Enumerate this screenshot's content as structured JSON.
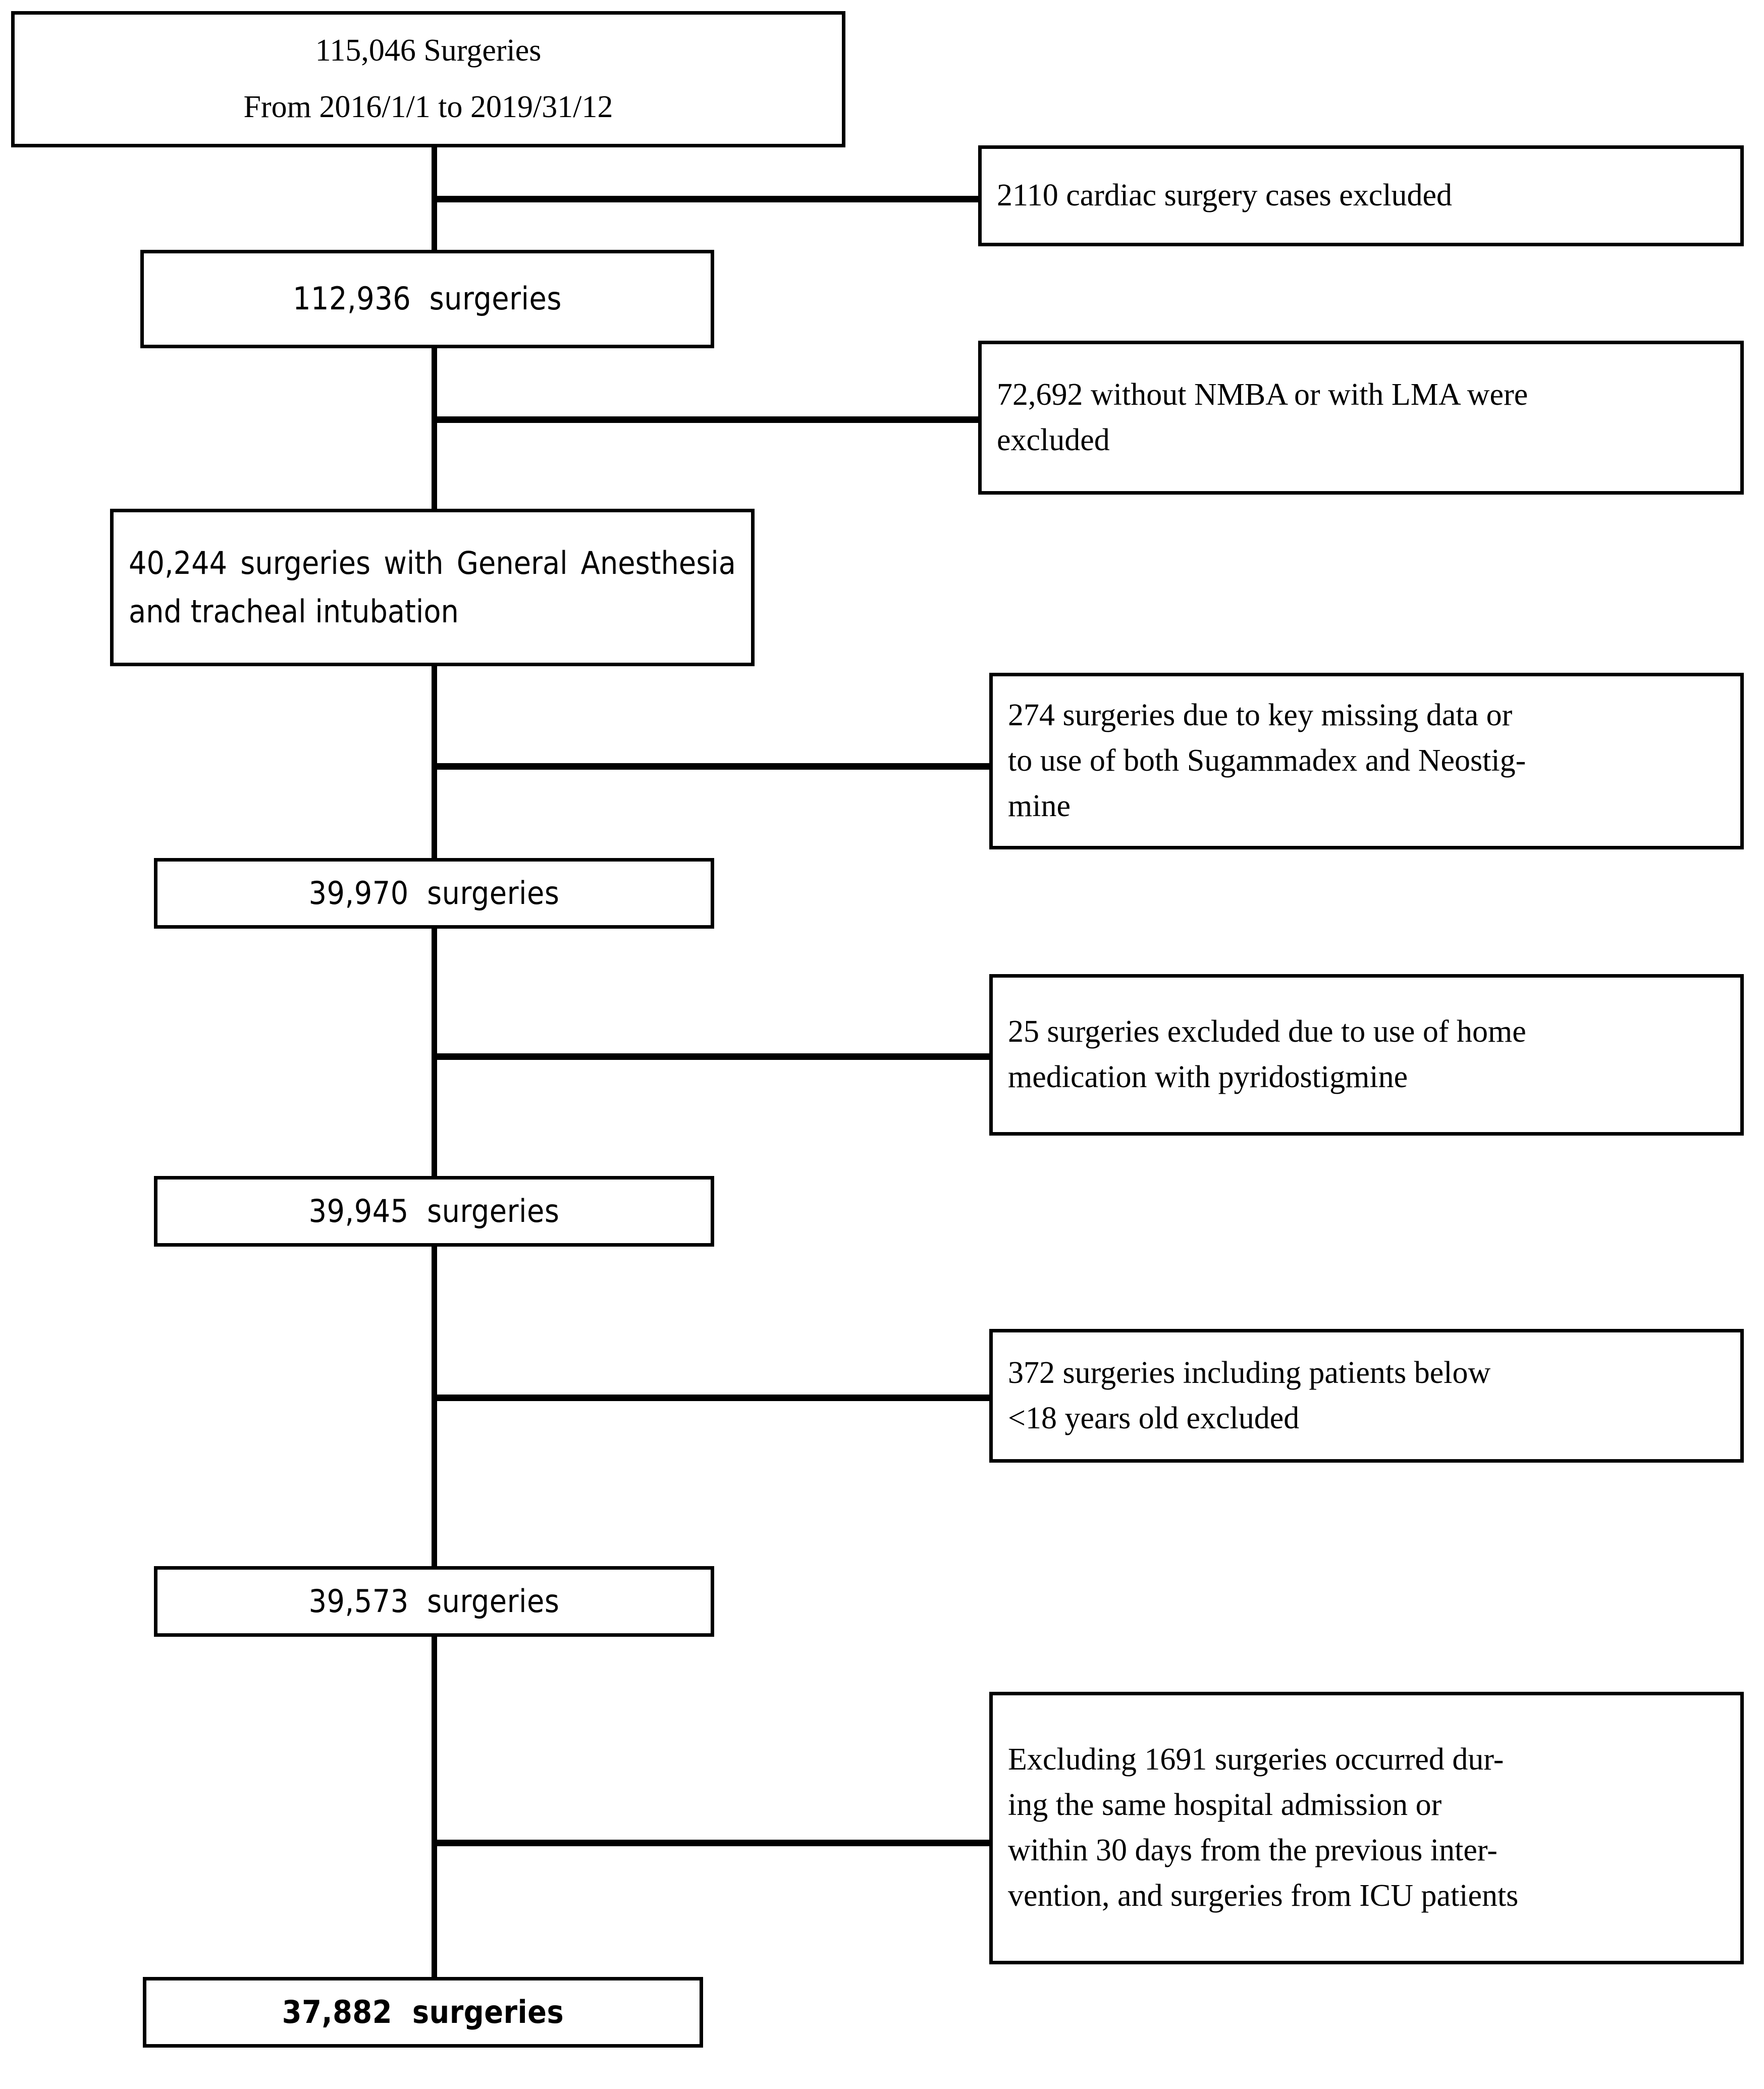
{
  "figure": {
    "type": "flowchart",
    "orientation": "top-to-bottom",
    "description": "Study cohort selection / patient flow diagram (CONSORT-style) for a surgical cohort"
  },
  "flow": {
    "nodes": [
      {
        "id": "n1",
        "kind": "cohort",
        "line1": "115,046 Surgeries",
        "line2": "From 2016/1/1 to 2019/31/12"
      },
      {
        "id": "n2",
        "kind": "cohort",
        "label": "112,936  surgeries"
      },
      {
        "id": "n3",
        "kind": "cohort",
        "label": "40,244 surgeries with General Anesthesia and tracheal intubation"
      },
      {
        "id": "n4",
        "kind": "cohort",
        "label": "39,970  surgeries"
      },
      {
        "id": "n5",
        "kind": "cohort",
        "label": "39,945  surgeries"
      },
      {
        "id": "n6",
        "kind": "cohort",
        "label": "39,573  surgeries"
      },
      {
        "id": "n7",
        "kind": "cohort-final",
        "label": "37,882  surgeries"
      }
    ],
    "exclusions": [
      {
        "id": "e1",
        "from": "n1",
        "to": "n2",
        "count": 2110,
        "text": "2110 cardiac surgery cases excluded"
      },
      {
        "id": "e2",
        "from": "n2",
        "to": "n3",
        "count": 72692,
        "line1": "72,692 without NMBA or with LMA were",
        "line2": "excluded"
      },
      {
        "id": "e3",
        "from": "n3",
        "to": "n4",
        "count": 274,
        "line1": "274 surgeries due to key missing data or",
        "line2": "to use of both Sugammadex and Neostig-",
        "line3": "mine"
      },
      {
        "id": "e4",
        "from": "n4",
        "to": "n5",
        "count": 25,
        "line1": "25 surgeries excluded due to use of home",
        "line2": "medication with pyridostigmine"
      },
      {
        "id": "e5",
        "from": "n5",
        "to": "n6",
        "count": 372,
        "line1": "372 surgeries including patients below",
        "line2": "<18 years old excluded"
      },
      {
        "id": "e6",
        "from": "n6",
        "to": "n7",
        "count": 1691,
        "line1": "Excluding 1691 surgeries occurred dur-",
        "line2": "ing the same hospital admission or",
        "line3": "within 30 days from the previous inter-",
        "line4": "vention, and surgeries from ICU patients"
      }
    ]
  },
  "style": {
    "stroke_color": "#000000",
    "fill_color": "#ffffff",
    "text_color": "#000000"
  }
}
